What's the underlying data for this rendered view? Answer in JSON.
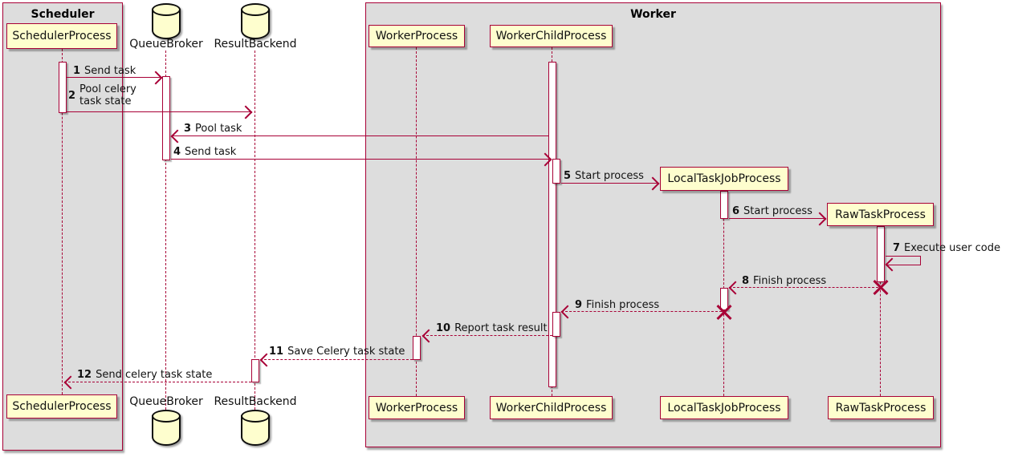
{
  "colors": {
    "accent": "#A80036",
    "node_fill": "#FEFECE",
    "group_fill": "#DDDDDD"
  },
  "groups": [
    {
      "title": "Scheduler"
    },
    {
      "title": "Worker"
    }
  ],
  "participants": [
    {
      "name": "SchedulerProcess",
      "type": "box"
    },
    {
      "name": "QueueBroker",
      "type": "database"
    },
    {
      "name": "ResultBackend",
      "type": "database"
    },
    {
      "name": "WorkerProcess",
      "type": "box"
    },
    {
      "name": "WorkerChildProcess",
      "type": "box"
    },
    {
      "name": "LocalTaskJobProcess",
      "type": "box"
    },
    {
      "name": "RawTaskProcess",
      "type": "box"
    }
  ],
  "messages": [
    {
      "num": "1",
      "text": "Send task"
    },
    {
      "num": "2",
      "text": "Pool celery task state"
    },
    {
      "num": "3",
      "text": "Pool task"
    },
    {
      "num": "4",
      "text": "Send task"
    },
    {
      "num": "5",
      "text": "Start process"
    },
    {
      "num": "6",
      "text": "Start process"
    },
    {
      "num": "7",
      "text": "Execute user code"
    },
    {
      "num": "8",
      "text": "Finish process"
    },
    {
      "num": "9",
      "text": "Finish process"
    },
    {
      "num": "10",
      "text": "Report task result"
    },
    {
      "num": "11",
      "text": "Save Celery task state"
    },
    {
      "num": "12",
      "text": "Send celery task state"
    }
  ]
}
